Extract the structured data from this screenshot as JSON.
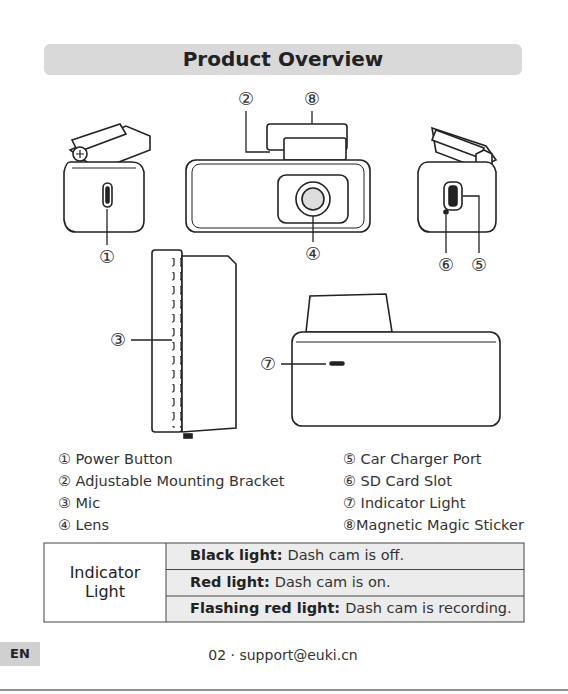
{
  "diagram": {
    "title": "Product Overview",
    "labels": [
      "②",
      "⑧",
      "①",
      "④",
      "⑥",
      "⑤",
      "③",
      "⑦",
      "① Power Button",
      "⑤ Car Charger Port",
      "② Adjustable Mounting Bracket",
      "⑥ SD Card Slot",
      "③ Mic",
      "⑦ Indicator Light",
      "④ Lens",
      "⑧Magnetic Magic Sticker",
      "Indicator Light",
      "Black light:",
      "Dash cam is off.",
      "Red light:",
      "Dash cam is on.",
      "Flashing red light:",
      "Dash cam is recording.",
      "EN",
      "02 · support@euki.cn"
    ]
  }
}
